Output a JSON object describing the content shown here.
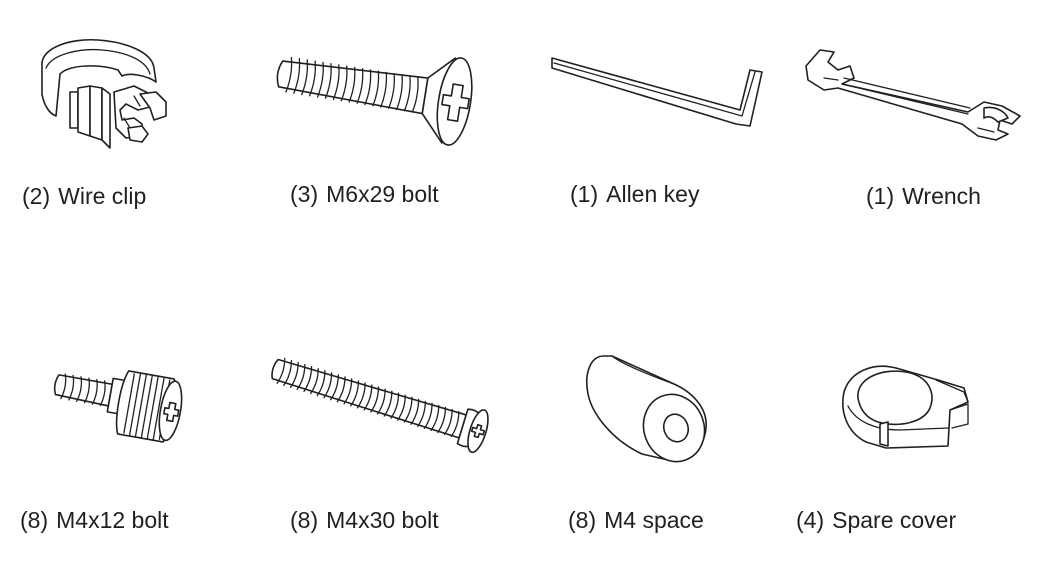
{
  "parts": [
    {
      "id": "wire-clip",
      "quantity": "(2)",
      "name": "Wire clip",
      "icon": "wire-clip-icon"
    },
    {
      "id": "m6x29-bolt",
      "quantity": "(3)",
      "name": "M6x29 bolt",
      "icon": "countersunk-bolt-icon"
    },
    {
      "id": "allen-key",
      "quantity": "(1)",
      "name": "Allen key",
      "icon": "allen-key-icon"
    },
    {
      "id": "wrench",
      "quantity": "(1)",
      "name": "Wrench",
      "icon": "open-end-wrench-icon"
    },
    {
      "id": "m4x12-bolt",
      "quantity": "(8)",
      "name": "M4x12 bolt",
      "icon": "thumb-screw-icon"
    },
    {
      "id": "m4x30-bolt",
      "quantity": "(8)",
      "name": "M4x30 bolt",
      "icon": "pan-head-bolt-icon"
    },
    {
      "id": "m4-space",
      "quantity": "(8)",
      "name": "M4 space",
      "icon": "spacer-icon"
    },
    {
      "id": "spare-cover",
      "quantity": "(4)",
      "name": "Spare cover",
      "icon": "spare-cover-icon"
    }
  ],
  "colors": {
    "line": "#231f20",
    "background": "#ffffff"
  }
}
